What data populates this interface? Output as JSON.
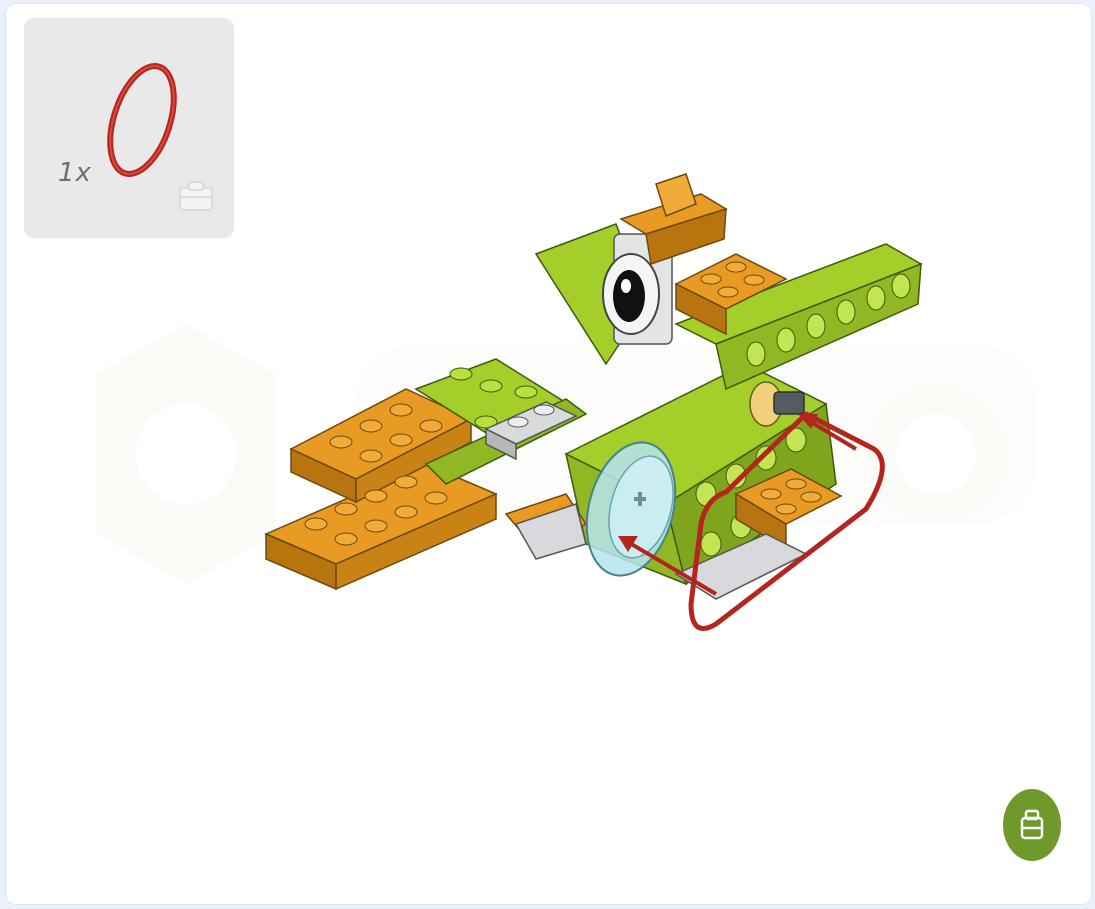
{
  "parts_panel": {
    "quantity": "1x",
    "part_icon": "red-rubber-band-ring",
    "case_icon": "storage-case-icon"
  },
  "instruction": {
    "model_icon": "lego-bird-model-assembly-step",
    "arrow_icon": "red-insertion-arrow"
  },
  "fab": {
    "icon": "storage-case-icon"
  },
  "colors": {
    "lime": "#a4cf2a",
    "lime_dark": "#7fa51d",
    "orange": "#e89a22",
    "orange_dark": "#b8740f",
    "red_band": "#b3261e",
    "fab_green": "#6f9a2b",
    "panel_bg": "#e9e9ea"
  }
}
